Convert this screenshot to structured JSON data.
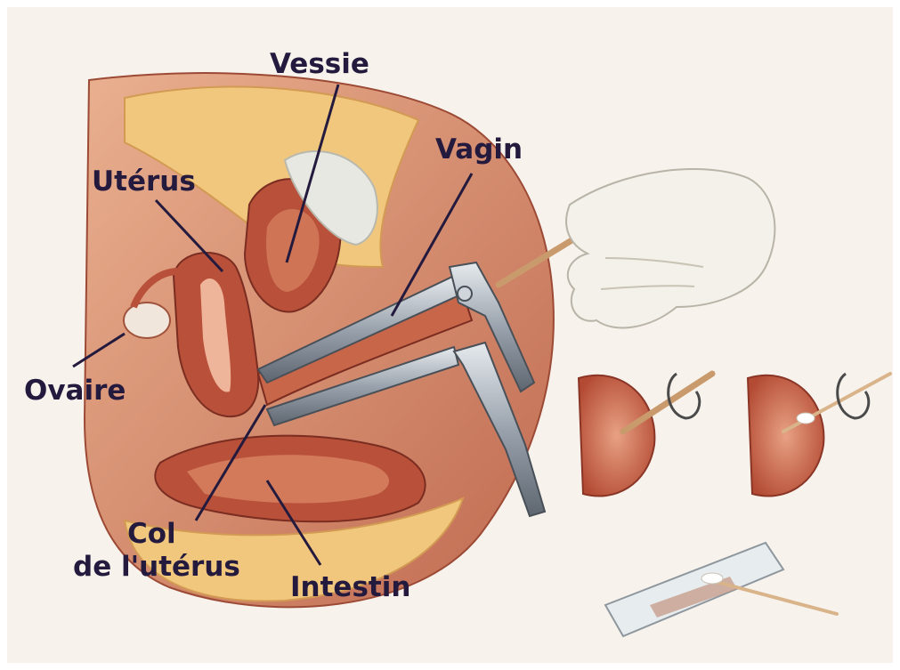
{
  "labels": {
    "vessie": "Vessie",
    "uterus": "Utérus",
    "vagin": "Vagin",
    "ovaire": "Ovaire",
    "col_line1": "Col",
    "col_line2": "de l'utérus",
    "intestin": "Intestin"
  },
  "colors": {
    "label_text": "#231a3e",
    "leader_line": "#231a3e",
    "tissue_dark": "#a8402e",
    "tissue_mid": "#c8664a",
    "tissue_light": "#e8a184",
    "fat": "#f1c77e",
    "background_panel": "#f7f3ec",
    "metal": "#9aa3ad"
  },
  "icons": {
    "speculum": "speculum-illustration",
    "hand": "gloved-hand-illustration",
    "swab": "cotton-swab-illustration",
    "slide": "glass-slide-illustration",
    "rotation": "rotation-arrow-icon"
  }
}
